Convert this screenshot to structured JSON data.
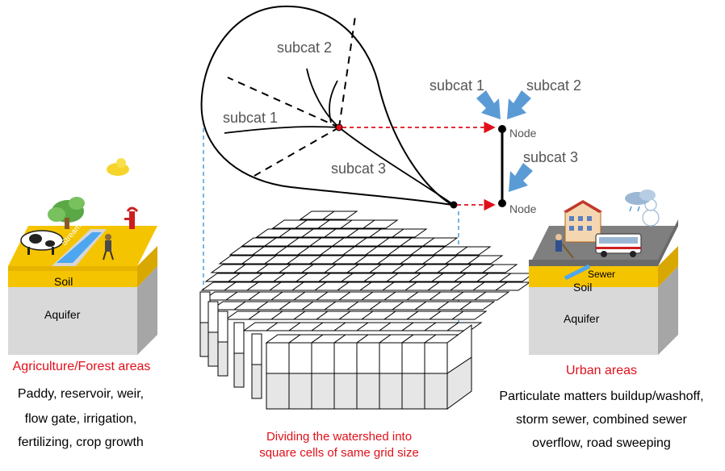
{
  "watershed": {
    "subcat1": "subcat 1",
    "subcat2": "subcat 2",
    "subcat3": "subcat 3"
  },
  "network": {
    "in1": "subcat 1",
    "in2": "subcat 2",
    "in3": "subcat 3",
    "node_top": "Node",
    "node_bottom": "Node"
  },
  "left_block": {
    "soil": "Soil",
    "aquifer": "Aquifer",
    "stream": "Stream",
    "title": "Agriculture/Forest areas",
    "lines": [
      "Paddy, reservoir, weir,",
      "flow gate, irrigation,",
      "fertilizing, crop growth"
    ]
  },
  "right_block": {
    "sewer": "Sewer",
    "soil": "Soil",
    "aquifer": "Aquifer",
    "title": "Urban areas",
    "lines": [
      "Particulate matters buildup/washoff,",
      "storm sewer, combined sewer",
      "overflow, road sweeping"
    ]
  },
  "grid_caption": [
    "Dividing the watershed into",
    "square cells of same grid size"
  ],
  "colors": {
    "accent_red": "#e0101a",
    "soil_yellow": "#f5c400",
    "arrow_blue": "#5b9bd5",
    "dashed_blue": "#4a9fd8"
  }
}
